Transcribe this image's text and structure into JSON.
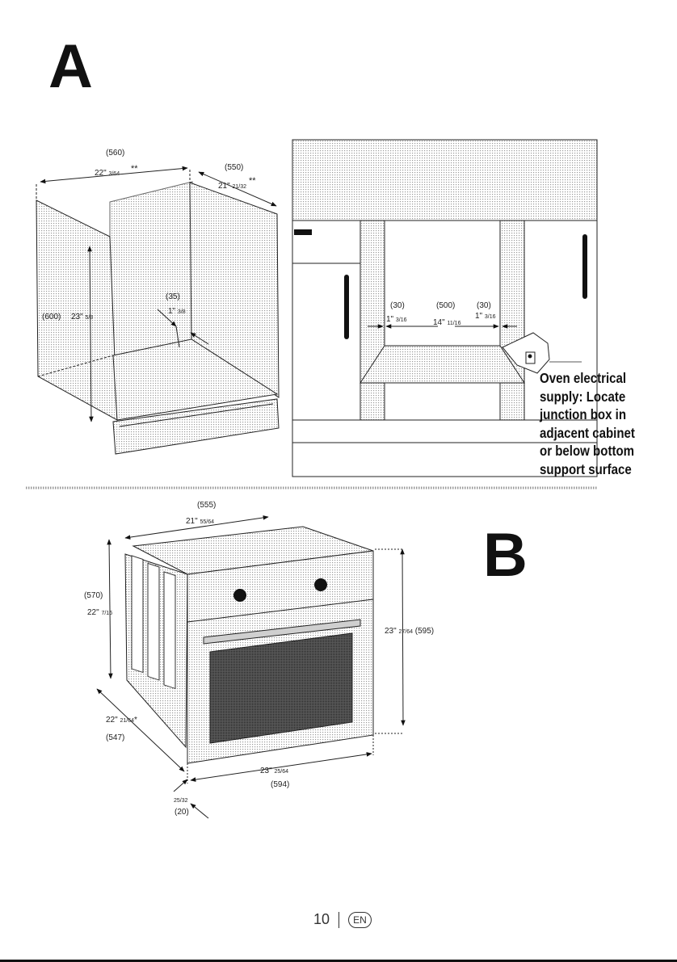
{
  "section_a": {
    "label": "A",
    "cabinet_dims": {
      "width_mm": "(560)",
      "width_in": "22\"",
      "width_in_frac": "3/64",
      "width_mark": "**",
      "depth_mm": "(550)",
      "depth_in": "21\"",
      "depth_in_frac": "21/32",
      "depth_mark": "**",
      "height_mm": "(600)",
      "height_in": "23\"",
      "height_in_frac": "5/8",
      "gap_mm": "(35)",
      "gap_in": "1\"",
      "gap_in_frac": "3/8"
    },
    "front_dims": {
      "left_mm": "(30)",
      "left_in": "1\"",
      "left_in_frac": "3/16",
      "center_mm": "(500)",
      "center_in": "14\"",
      "center_in_frac": "11/16",
      "right_mm": "(30)",
      "right_in": "1\"",
      "right_in_frac": "3/16"
    },
    "electrical_note": [
      "Oven electrical",
      "supply: Locate",
      "junction box in",
      "adjacent cabinet",
      "or below bottom",
      "support surface"
    ]
  },
  "section_b": {
    "label": "B",
    "oven_dims": {
      "depth_top_mm": "(555)",
      "depth_top_in": "21\"",
      "depth_top_in_frac": "55/64",
      "height_side_mm": "(570)",
      "height_side_in": "22\"",
      "height_side_in_frac": "7/16",
      "height_front_in": "23\"",
      "height_front_in_frac": "27/64",
      "height_front_mm": "(595)",
      "depth_side_in": "22\"",
      "depth_side_in_frac": "21/64",
      "depth_side_mark": "*",
      "depth_side_mm": "(547)",
      "width_in": "23\"",
      "width_in_frac": "25/64",
      "width_mm": "(594)",
      "panel_in_frac": "25/32",
      "panel_mm": "(20)"
    }
  },
  "footer": {
    "page_number": "10",
    "language": "EN"
  }
}
